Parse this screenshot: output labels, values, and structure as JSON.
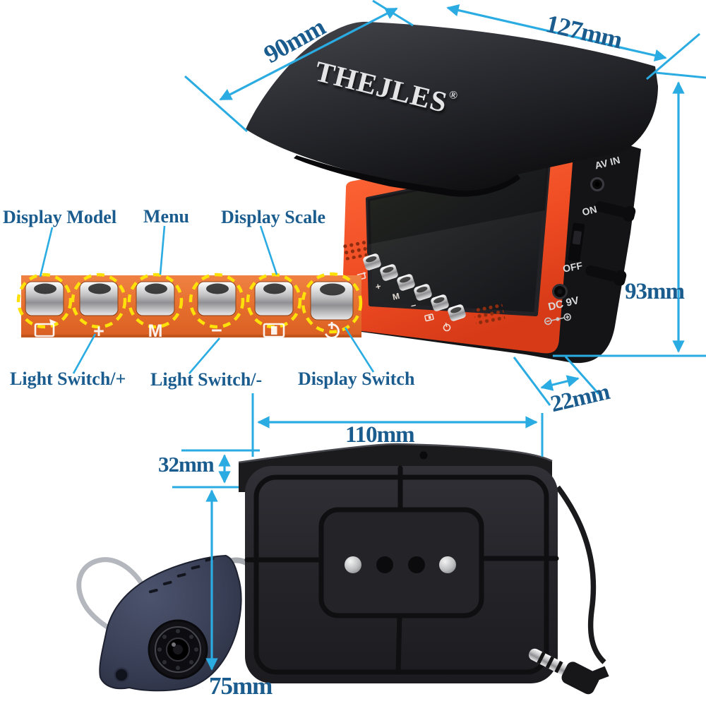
{
  "product": {
    "brand": "THEJLES",
    "registered_mark": "®"
  },
  "dims": {
    "d90": "90mm",
    "d127": "127mm",
    "d93": "93mm",
    "d22": "22mm",
    "d110": "110mm",
    "d32": "32mm",
    "d75": "75mm"
  },
  "callouts": {
    "display_model": "Display Model",
    "menu": "Menu",
    "display_scale": "Display Scale",
    "light_plus": "Light Switch/+",
    "light_minus": "Light Switch/-",
    "display_switch": "Display Switch"
  },
  "control_strip": {
    "buttons": [
      {
        "name": "display-mode-button",
        "icon": "display-mode-icon",
        "glyph": ""
      },
      {
        "name": "light-plus-button",
        "icon": "plus-icon",
        "glyph": "+"
      },
      {
        "name": "menu-button",
        "icon": "menu-letter-icon",
        "glyph": "M"
      },
      {
        "name": "light-minus-button",
        "icon": "minus-icon",
        "glyph": "−"
      },
      {
        "name": "display-scale-button",
        "icon": "split-screen-icon",
        "glyph": ""
      },
      {
        "name": "power-button",
        "icon": "power-icon",
        "glyph": ""
      }
    ]
  },
  "side_panel": {
    "av_in": "AV IN",
    "on": "ON",
    "off": "OFF",
    "dc": "DC 9V"
  },
  "colors": {
    "arrow": "#2aabe2",
    "label_blue": "#1b5c8f",
    "strip_orange": "#e7702e",
    "bezel_orange": "#ef4b23",
    "dash_circle_yellow": "#ffe10a"
  }
}
